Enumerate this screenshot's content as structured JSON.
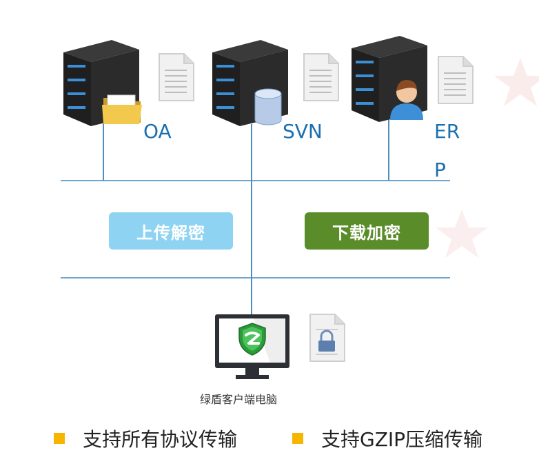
{
  "servers": [
    {
      "label": "OA",
      "icon": "folder-icon"
    },
    {
      "label": "SVN",
      "icon": "database-icon"
    },
    {
      "label": "ERP",
      "label_line1": "ER",
      "label_line2": "P",
      "icon": "user-icon"
    }
  ],
  "actions": {
    "upload": {
      "label": "上传解密",
      "color": "#8fd3f3"
    },
    "download": {
      "label": "下载加密",
      "color": "#5b8c2a"
    }
  },
  "client": {
    "label": "绿盾客户端电脑",
    "icon": "shield-icon"
  },
  "features": [
    {
      "text": "支持所有协议传输",
      "bullet_color": "#f7b500"
    },
    {
      "text": "支持GZIP压缩传输",
      "bullet_color": "#f7b500"
    }
  ]
}
